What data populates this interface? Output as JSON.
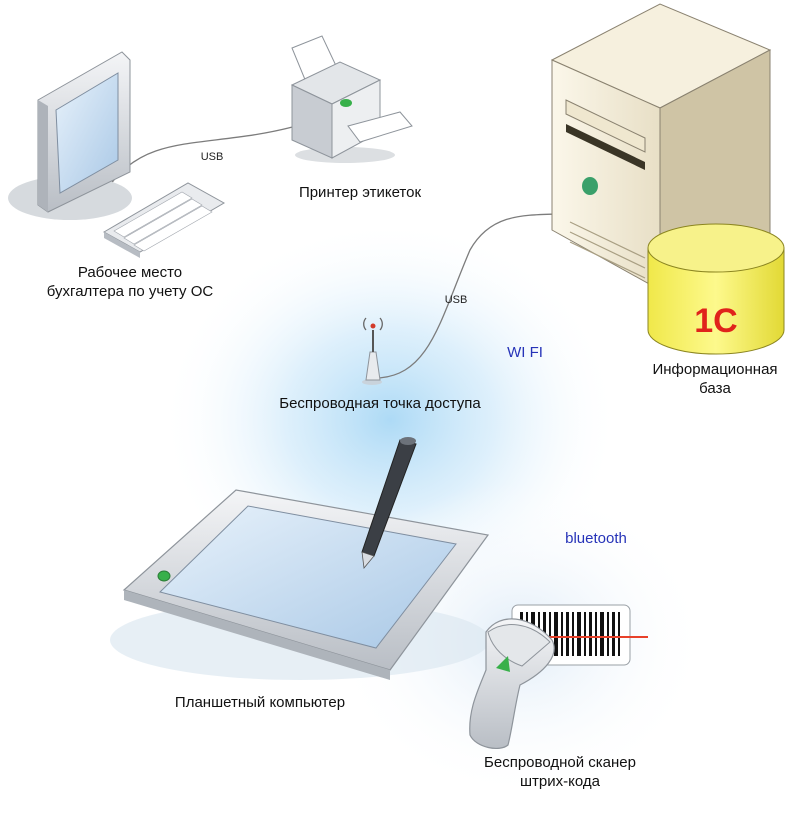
{
  "labels": {
    "workstation": [
      "Рабочее место",
      "бухгалтера по учету ОС"
    ],
    "printer": "Принтер этикеток",
    "usb_left": "USB",
    "usb_right": "USB",
    "access_point": "Беспроводная точка доступа",
    "wifi": "WI FI",
    "infobase": [
      "Информационная",
      "база"
    ],
    "logo": "1С",
    "bluetooth": "bluetooth",
    "tablet": "Планшетный компьютер",
    "scanner": [
      "Беспроводной сканер",
      "штрих-кода"
    ]
  },
  "colors": {
    "glow": "#bfe3f8",
    "server_case": "#f2ead6",
    "database": "#f5f06a",
    "logo": "#e0231b",
    "network_text": "#2633b8",
    "device_gray": "#cfd3d8",
    "screen_blue": "#c9dff2",
    "led_green": "#38b04a",
    "laser_red": "#e8412a"
  },
  "icons": [
    "monitor-icon",
    "keyboard-icon",
    "printer-icon",
    "server-icon",
    "database-icon",
    "antenna-icon",
    "tablet-icon",
    "stylus-icon",
    "barcode-scanner-icon",
    "barcode-icon"
  ]
}
